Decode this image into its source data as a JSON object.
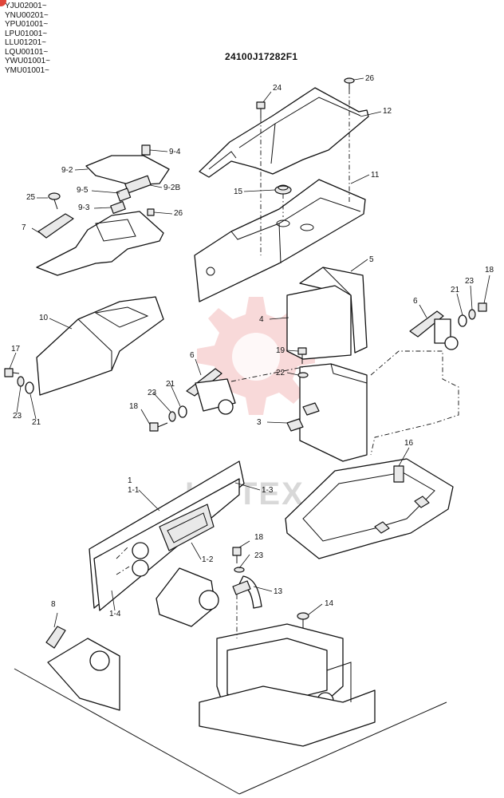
{
  "serials": [
    "YJU02001~",
    "YNU00201~",
    "YPU01001~",
    "LPU01001~",
    "LLU01201~",
    "LQU00101~",
    "YWU01001~",
    "YMU01001~"
  ],
  "diagram_code": "24100J17282F1",
  "watermark": "LIFTEX",
  "labels": {
    "l26a": "26",
    "l24": "24",
    "l12": "12",
    "l9_4": "9-4",
    "l9_2": "9-2",
    "l9_5": "9-5",
    "l9_2b": "9-2B",
    "l25": "25",
    "l9_3": "9-3",
    "l26b": "26",
    "l7": "7",
    "l11": "11",
    "l15": "15",
    "l5": "5",
    "l4": "4",
    "l18a": "18",
    "l21a": "21",
    "l23a": "23",
    "l6a": "6",
    "l10": "10",
    "l17": "17",
    "l23b": "23",
    "l21b": "21",
    "l19": "19",
    "l22": "22",
    "l6b": "6",
    "l21c": "21",
    "l23c": "23",
    "l18b": "18",
    "l3": "3",
    "l16": "16",
    "l1": "1",
    "l1_1": "1-1",
    "l1_3": "1-3",
    "l18c": "18",
    "l23d": "23",
    "l1_2": "1-2",
    "l13": "13",
    "l1_4": "1-4",
    "l8": "8",
    "l14": "14"
  }
}
